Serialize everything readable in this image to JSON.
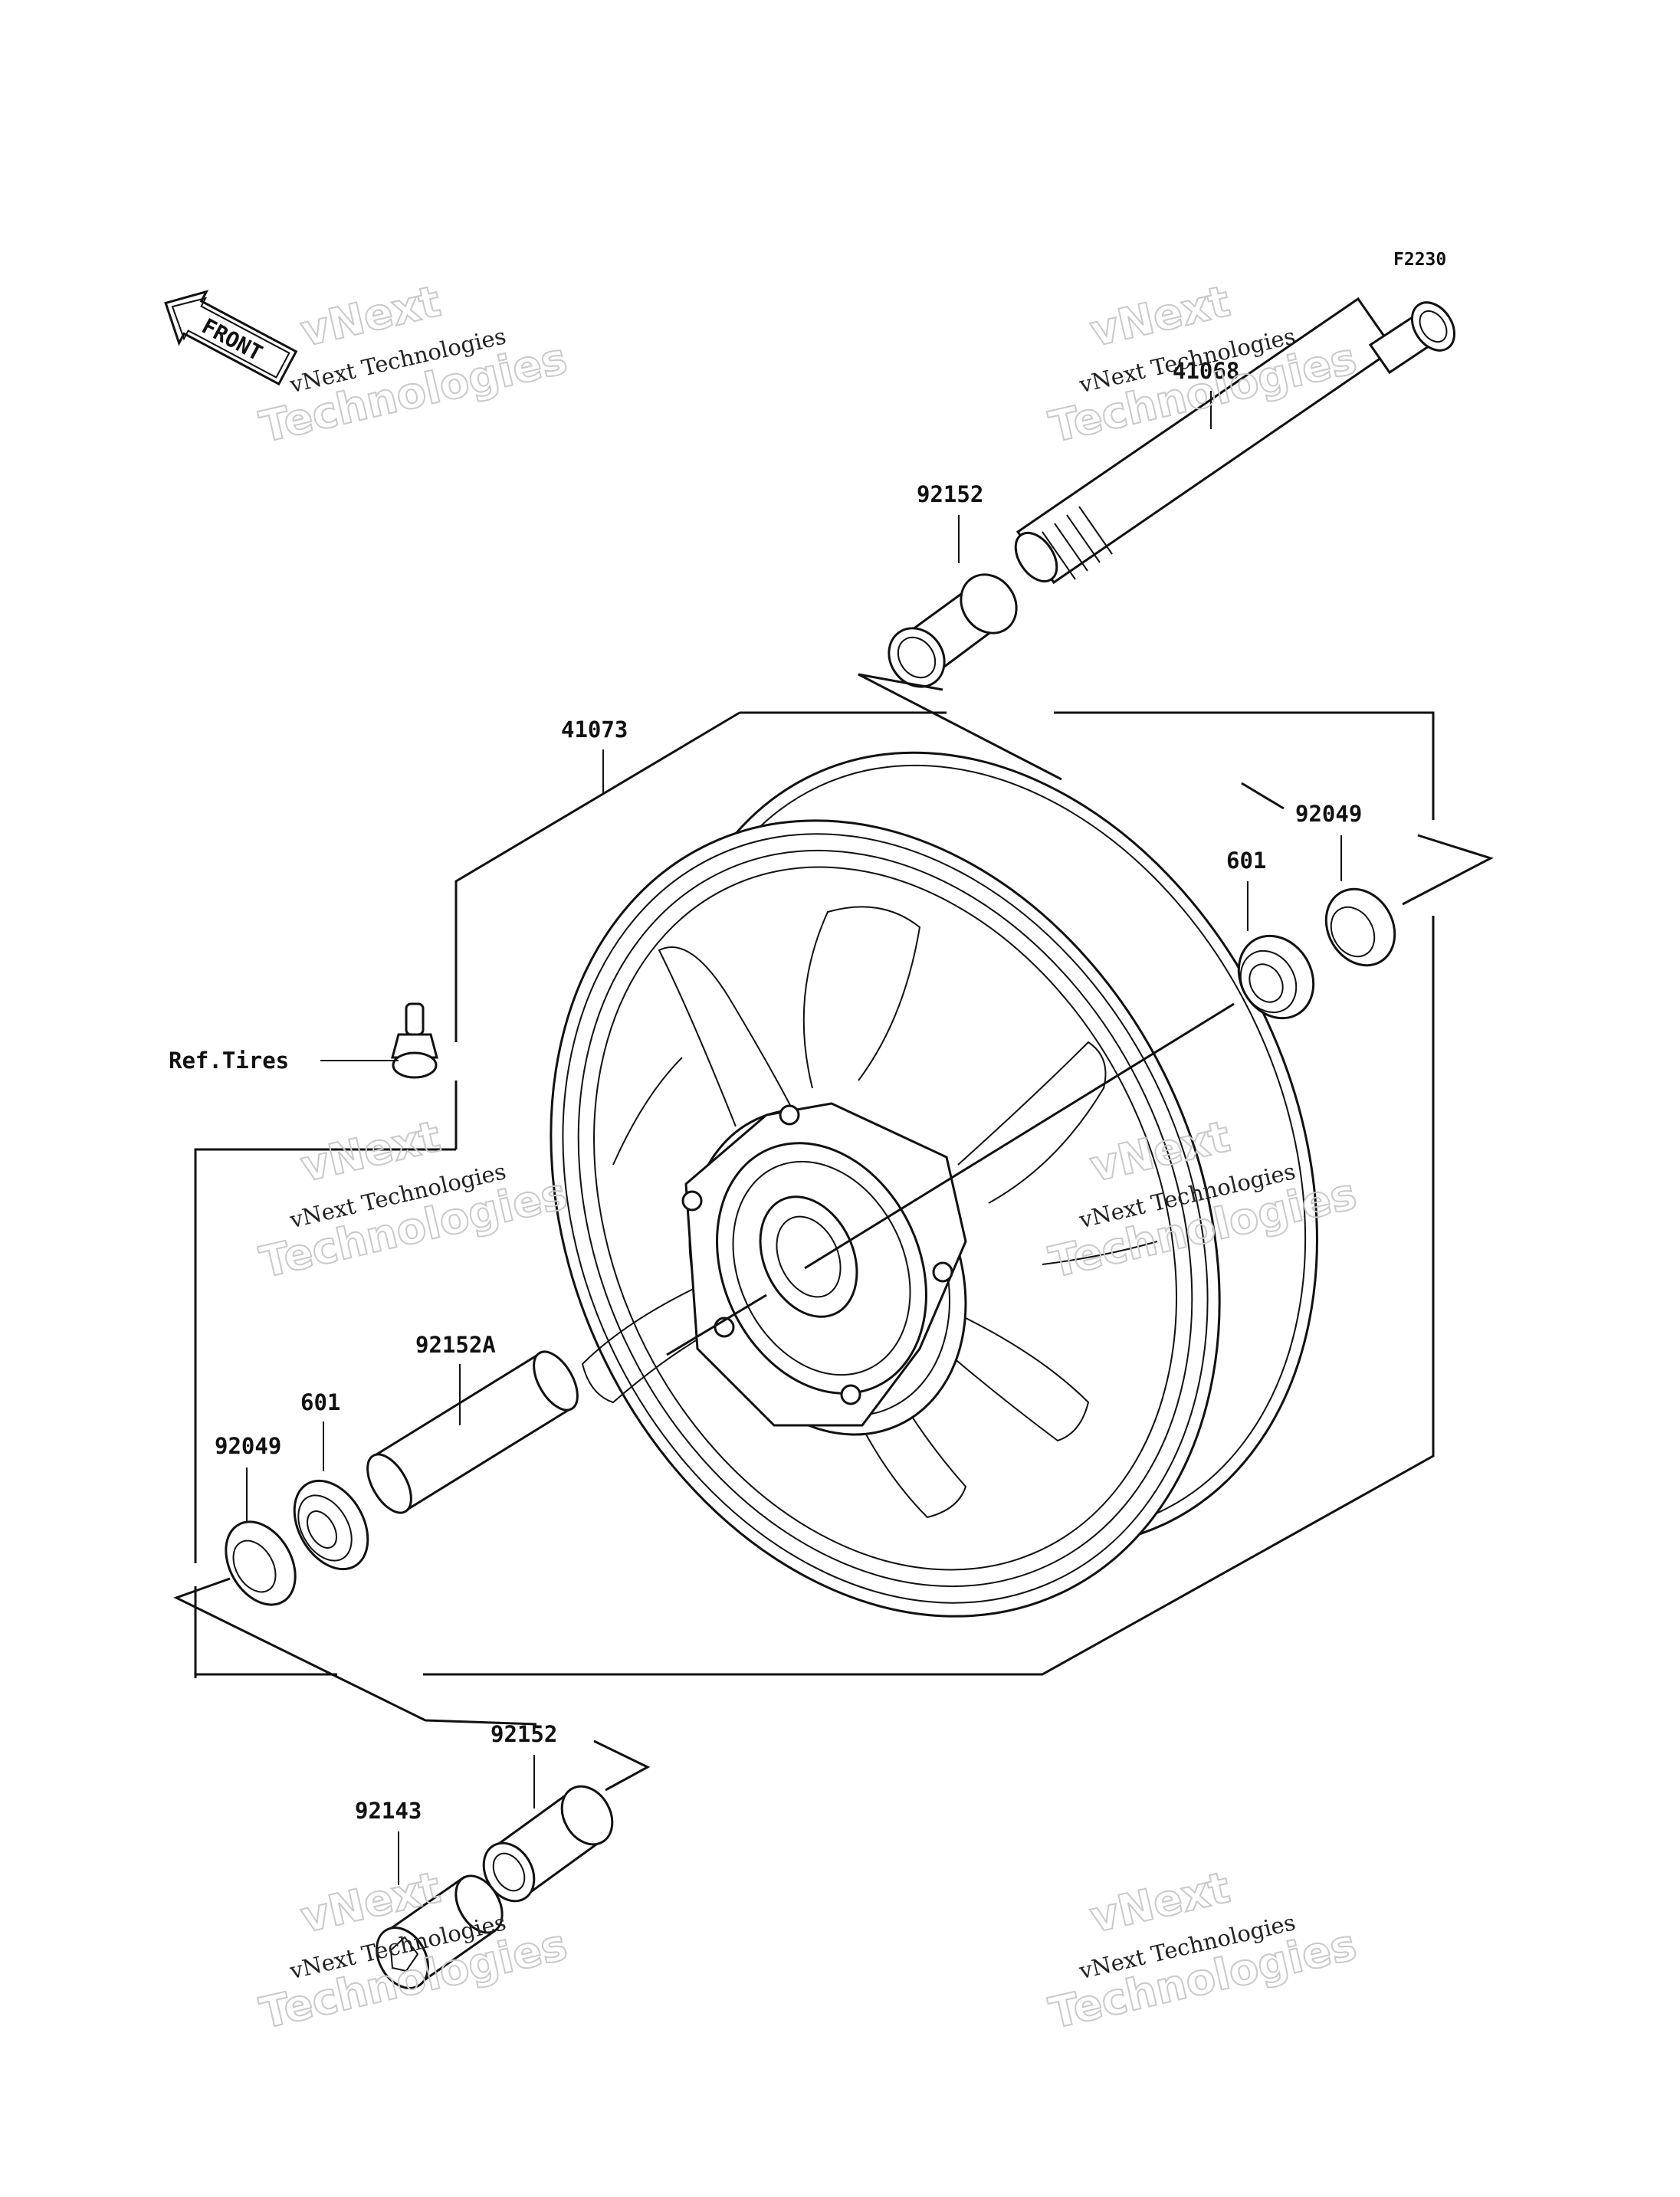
{
  "figure_code": "F2230",
  "front_marker": "FRONT",
  "labels": {
    "axle": "41068",
    "collar_top": "92152",
    "wheel": "41073",
    "seal_right": "92049",
    "bearing_right": "601",
    "ref_tires": "Ref.Tires",
    "spacer": "92152A",
    "bearing_left": "601",
    "seal_left": "92049",
    "collar_bottom": "92152",
    "cap": "92143"
  },
  "watermark": {
    "line1": "vNext",
    "line2": "vNext Technologies",
    "line3": "Technologies"
  }
}
